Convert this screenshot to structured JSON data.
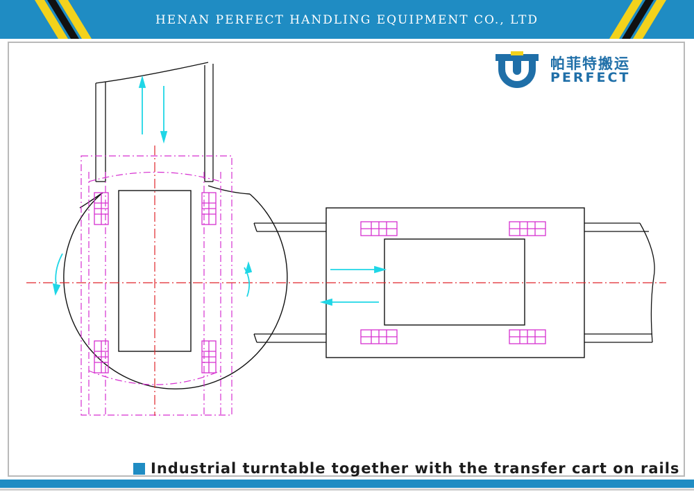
{
  "header": {
    "title": "HENAN PERFECT HANDLING EQUIPMENT CO., LTD"
  },
  "logo": {
    "chinese_name": "帕菲特搬运",
    "english_name": "PERFECT"
  },
  "caption": {
    "text": "Industrial turntable together with the transfer cart on rails"
  },
  "colors": {
    "brand_blue": "#1f8cc3",
    "stripe_yellow": "#f3d21c",
    "centerline_red": "#e0242a",
    "construction_magenta": "#d62fd0",
    "arrow_cyan": "#1fd6e6",
    "outline_black": "#111111"
  }
}
